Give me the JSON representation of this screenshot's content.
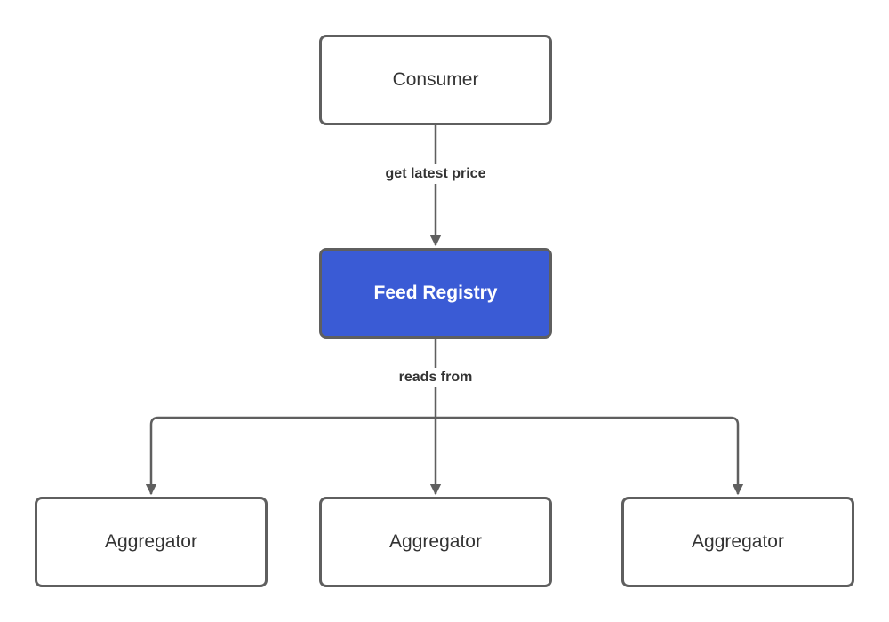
{
  "nodes": {
    "consumer": {
      "label": "Consumer"
    },
    "registry": {
      "label": "Feed Registry"
    },
    "aggregators": [
      {
        "label": "Aggregator"
      },
      {
        "label": "Aggregator"
      },
      {
        "label": "Aggregator"
      }
    ]
  },
  "edges": {
    "consumer_to_registry": {
      "label": "get latest price"
    },
    "registry_to_aggregators": {
      "label": "reads from"
    }
  },
  "colors": {
    "registry_fill": "#3a5bd5",
    "stroke": "#5f5f5f"
  }
}
